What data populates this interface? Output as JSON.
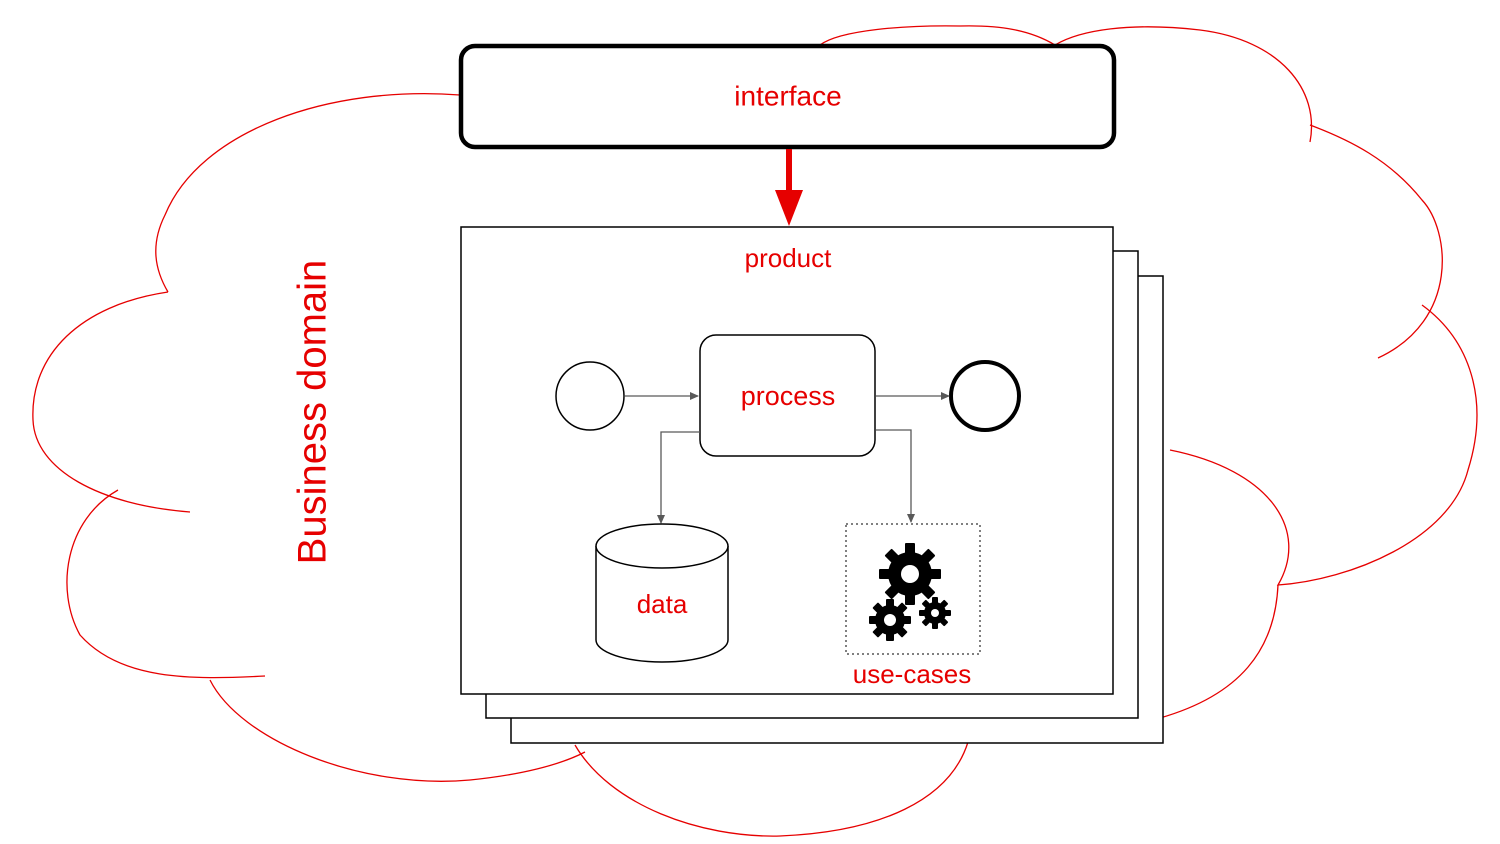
{
  "domain_label": "Business domain",
  "interface": {
    "label": "interface"
  },
  "product": {
    "label": "product"
  },
  "process": {
    "label": "process"
  },
  "data_store": {
    "label": "data"
  },
  "use_cases": {
    "label": "use-cases",
    "icon": "gears-icon"
  },
  "colors": {
    "accent": "#e60000",
    "cloud_stroke": "#e60000",
    "box_stroke": "#000000",
    "flow_stroke": "#595959"
  }
}
